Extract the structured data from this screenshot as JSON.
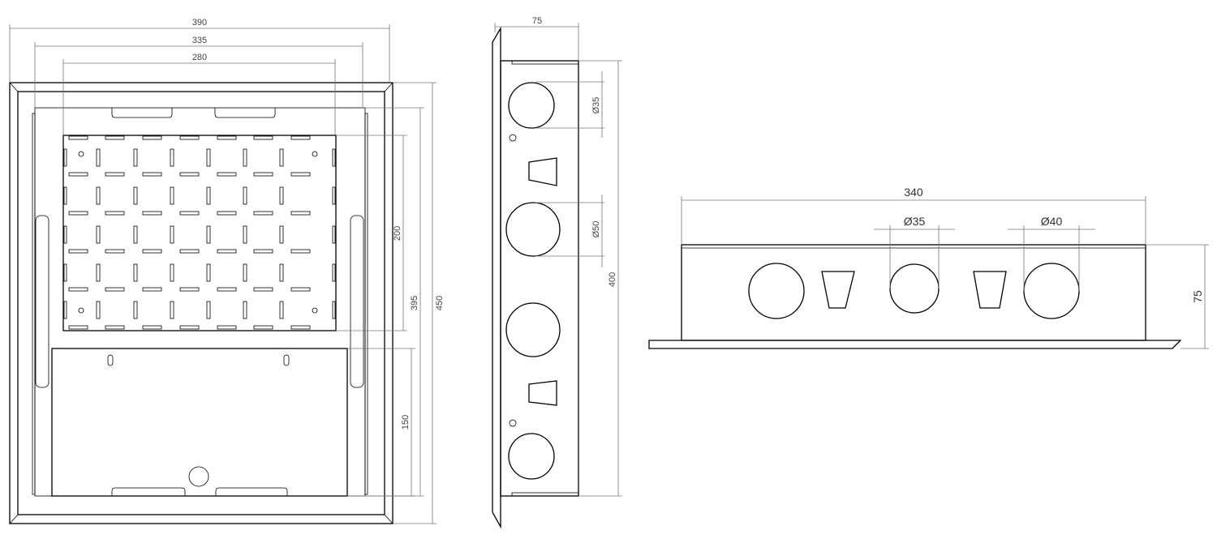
{
  "front_view": {
    "dims": {
      "width_outer": "390",
      "width_mid": "335",
      "width_inner": "280",
      "height_outer": "450",
      "height_mid": "395",
      "height_grid": "200",
      "height_lower": "150"
    }
  },
  "side_view": {
    "dims": {
      "depth": "75",
      "hole_small": "Ø35",
      "hole_large": "Ø50",
      "height": "400"
    }
  },
  "bottom_view": {
    "dims": {
      "length": "340",
      "hole_a": "Ø35",
      "hole_b": "Ø40",
      "depth": "75"
    }
  }
}
